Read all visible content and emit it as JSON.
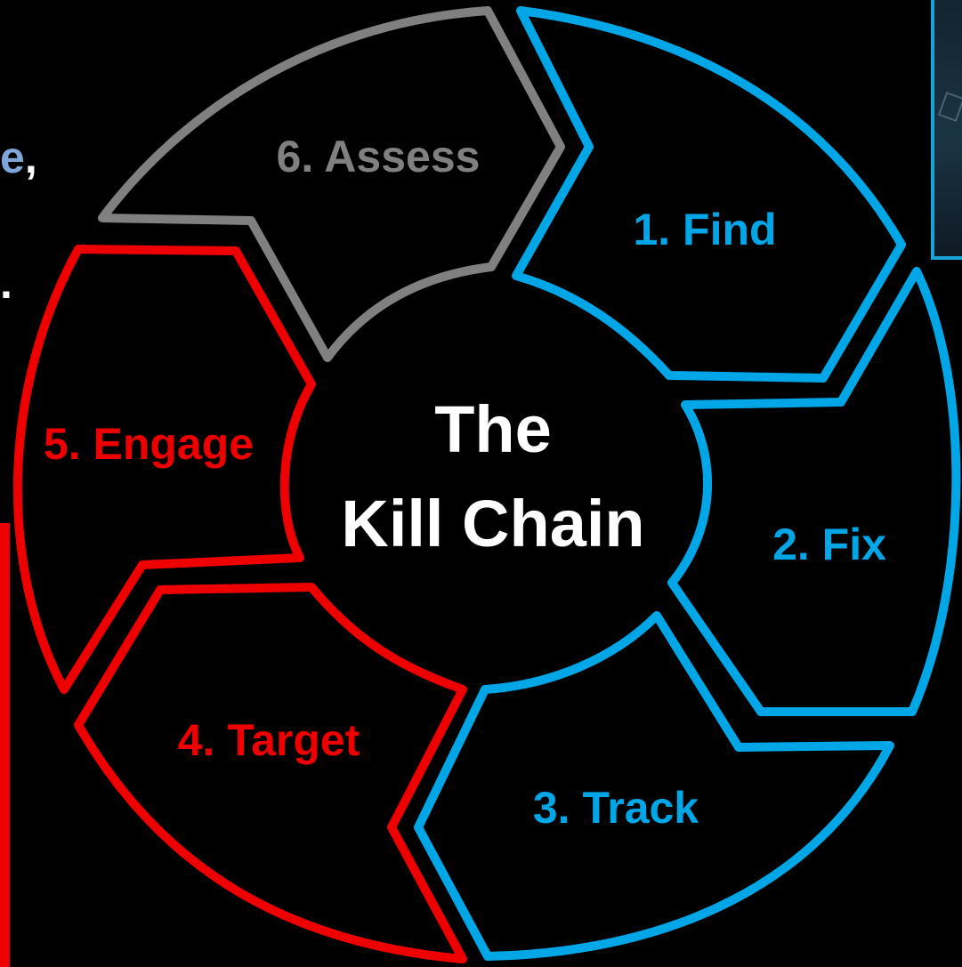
{
  "diagram": {
    "center": {
      "line1": "The",
      "line2": "Kill Chain"
    },
    "segments": [
      {
        "id": "find",
        "label": "1. Find",
        "color": "#00a6e6"
      },
      {
        "id": "fix",
        "label": "2. Fix",
        "color": "#00a6e6"
      },
      {
        "id": "track",
        "label": "3. Track",
        "color": "#00a6e6"
      },
      {
        "id": "target",
        "label": "4. Target",
        "color": "#ee0000"
      },
      {
        "id": "engage",
        "label": "5. Engage",
        "color": "#ee0000"
      },
      {
        "id": "assess",
        "label": "6. Assess",
        "color": "#808080"
      }
    ]
  },
  "left_fragments": {
    "top": "e",
    "comma": ",",
    "dot": "."
  }
}
